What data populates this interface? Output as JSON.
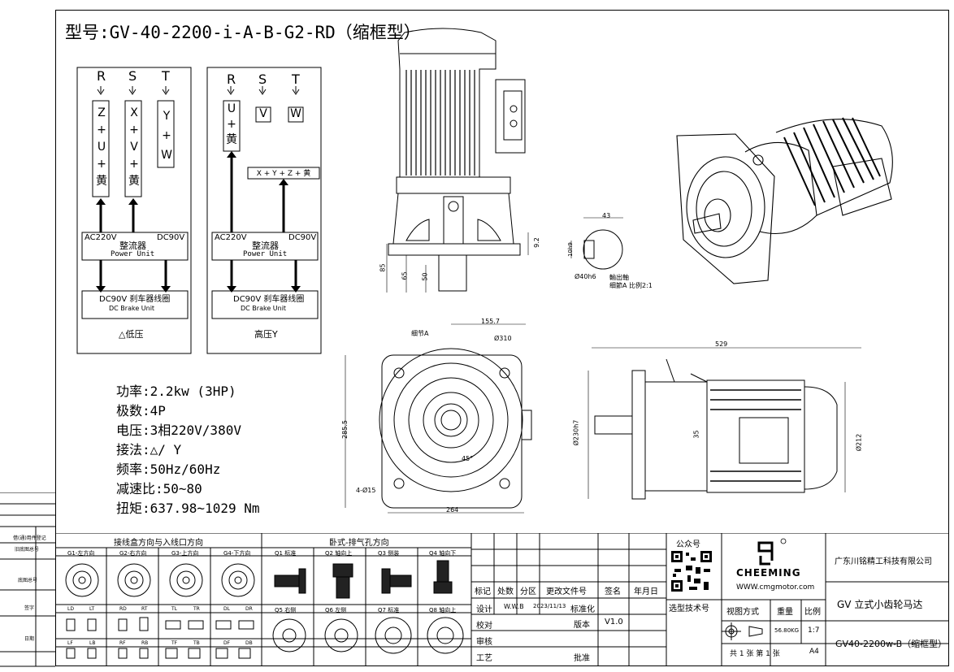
{
  "title": "型号:GV-40-2200-i-A-B-G2-RD（缩框型）",
  "wiring_delta": {
    "phases": [
      "R",
      "S",
      "T"
    ],
    "boxes": [
      "Z\n+\nU\n+\n黄",
      "X\n+\nV\n+\n黄",
      "Y\n+\nW"
    ],
    "ac": "AC220V",
    "dc": "DC90V",
    "rectifier": "整流器",
    "rectifier_en": "Power Unit",
    "brake": "DC90V 刹车器线圈",
    "brake_en": "DC Brake Unit",
    "caption": "△低压"
  },
  "wiring_y": {
    "phases": [
      "R",
      "S",
      "T"
    ],
    "boxes": [
      "U\n+\n黄",
      "V",
      "W"
    ],
    "join": "X + Y + Z + 黄",
    "ac": "AC220V",
    "dc": "DC90V",
    "rectifier": "整流器",
    "rectifier_en": "Power Unit",
    "brake": "DC90V 刹车器线圈",
    "brake_en": "DC Brake Unit",
    "caption": "高压Y"
  },
  "specs": [
    "功率:2.2kw (3HP)",
    "极数:4P",
    "电压:3相220V/380V",
    "接法:△/ Y",
    "频率:50Hz/60Hz",
    "减速比:50~80",
    "扭矩:637.98~1029 Nm"
  ],
  "dims": {
    "d85": "85",
    "d65": "65",
    "d50": "50",
    "d9_2": "9.2",
    "d43": "43",
    "d10h9": "10h9",
    "d40h6": "Ø40h6",
    "shaft_note": "輸出軸",
    "detail_note": "细節A 比例2:1",
    "d155_7": "155.7",
    "detailA": "细节A",
    "d310": "Ø310",
    "d285_5": "285.5",
    "d45": "45°",
    "d4_15": "4-Ø15",
    "d264": "264",
    "d529": "529",
    "d230h7": "Ø230h7",
    "d35": "35",
    "d212": "Ø212"
  },
  "left_strip": [
    "借(通)用件登记",
    "旧底图总号",
    "底图总号",
    "签字",
    "日期"
  ],
  "title_block": {
    "junction_header": "接线盒方向与入线口方向",
    "junction_tops": [
      "G1-左方向",
      "G2-右方向",
      "G3-上方向",
      "G4-下方向"
    ],
    "junction_codes": [
      [
        "LD",
        "LT"
      ],
      [
        "RD",
        "RT"
      ],
      [
        "TL",
        "TR"
      ],
      [
        "DL",
        "DR"
      ]
    ],
    "junction_codes2": [
      [
        "LF",
        "LB"
      ],
      [
        "RF",
        "RB"
      ],
      [
        "TF",
        "TB"
      ],
      [
        "DF",
        "DB"
      ]
    ],
    "mount_header": "卧式-排气孔方向",
    "mount_top": [
      "Q1 标准",
      "Q2 轴向上",
      "Q3 侧装",
      "Q4 轴向下"
    ],
    "mount_bottom": [
      "Q5 右侧",
      "Q6 左侧",
      "Q7 标准",
      "Q8 轴向上"
    ],
    "rev_headers": [
      "标记",
      "处数",
      "分区",
      "更改文件号",
      "签名",
      "年月日"
    ],
    "design": "设计",
    "designer": "W.W.B",
    "date": "2023/11/13",
    "standardize": "标准化",
    "check": "校对",
    "version_label": "版本",
    "version": "V1.0",
    "review": "审核",
    "process": "工艺",
    "approve": "批准",
    "wechat": "公众号",
    "select_support": "选型技术号",
    "brand": "CHEEMING",
    "url": "WWW.cmgmotor.com",
    "company": "广东川铭精工科技有限公司",
    "product": "GV 立式小齿轮马达",
    "view_method": "视图方式",
    "weight_label": "重量",
    "ratio_label": "比例",
    "weight": "56.80KG",
    "scale": "1:7",
    "sheets": "共 1 张 第 1 张",
    "paper": "A4",
    "drawing_no": "GV40-2200w-B（缩框型）"
  }
}
